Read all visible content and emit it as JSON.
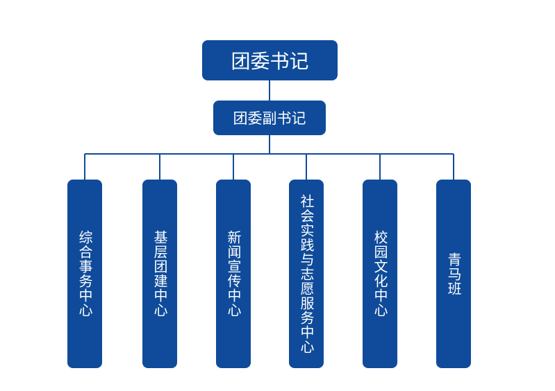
{
  "colors": {
    "node_fill": "#0f4b9a",
    "connector": "#0f4b9a"
  },
  "root": {
    "label": "团委书记"
  },
  "deputy": {
    "label": "团委副书记"
  },
  "departments": [
    {
      "label": "综合事务中心"
    },
    {
      "label": "基层团建中心"
    },
    {
      "label": "新闻宣传中心"
    },
    {
      "label": "社会实践与志愿服务中心"
    },
    {
      "label": "校园文化中心"
    },
    {
      "label": "青马班"
    }
  ]
}
